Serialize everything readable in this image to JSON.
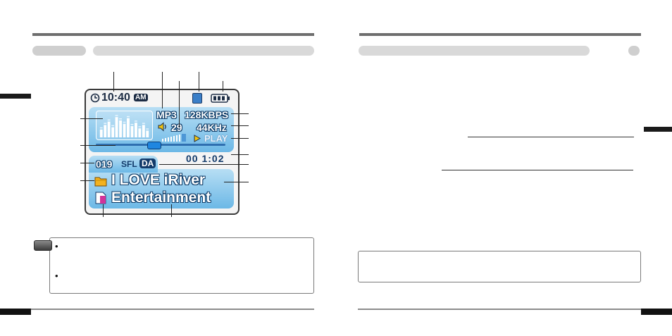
{
  "lcd": {
    "clock": "10:40",
    "ampm": "AM",
    "codec": "MP3",
    "bitrate": "128KBPS",
    "volume": "29",
    "sample_rate": "44KHz",
    "play_state": "PLAY",
    "elapsed": "00 1:02",
    "track_number": "019",
    "mode_prefix": "SFL",
    "mode_suffix": "DA",
    "folder_name": "I LOVE iRiver",
    "file_name": "Entertainment"
  },
  "spectrum_levels": [
    0.35,
    0.55,
    0.7,
    0.45,
    0.9,
    0.75,
    0.6,
    0.85,
    0.5,
    0.65,
    0.4,
    0.55,
    0.3
  ],
  "seek_position": 0.44,
  "colors": {
    "lcd_panel": "#6cb8e6",
    "lcd_text": "#ffffff",
    "lcd_dark_text": "#123a6a",
    "folder_icon": "#f3b21f",
    "file_icon": "#d2339a"
  },
  "icons": [
    "clock-icon",
    "lock-icon",
    "battery-icon",
    "speaker-icon",
    "play-icon",
    "folder-icon",
    "music-file-icon",
    "note-icon"
  ]
}
